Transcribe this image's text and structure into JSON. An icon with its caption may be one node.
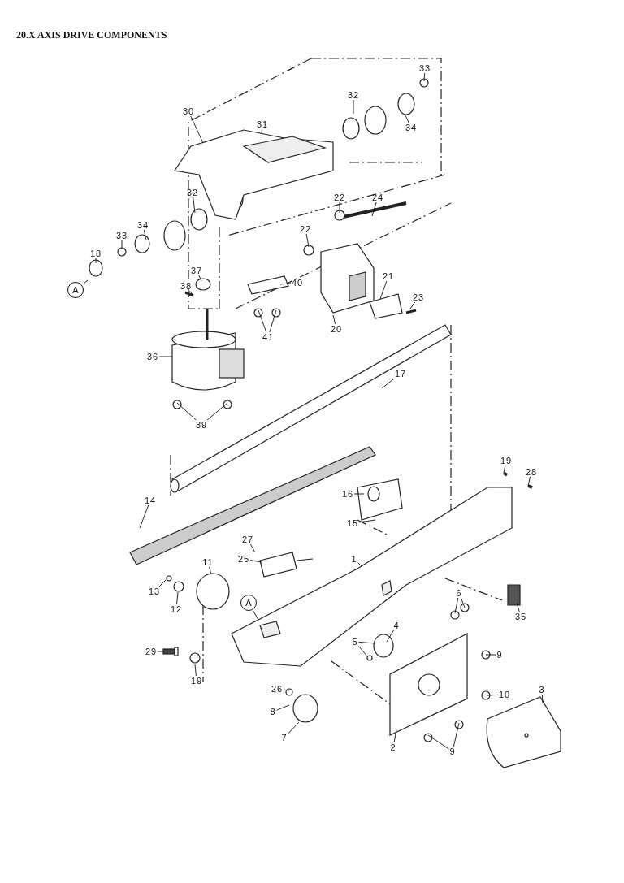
{
  "diagram": {
    "title": "20.X AXIS DRIVE COMPONENTS",
    "nodes": [
      {
        "text": [
          "33"
        ]
      },
      {
        "text": [
          "30"
        ]
      },
      {
        "text": [
          "32"
        ]
      },
      {
        "text": [
          "31"
        ]
      },
      {
        "text": [
          "34"
        ]
      },
      {
        "text": [
          "32"
        ]
      },
      {
        "text": [
          "22"
        ]
      },
      {
        "text": [
          "24"
        ]
      },
      {
        "text": [
          "34"
        ]
      },
      {
        "text": [
          "33"
        ]
      },
      {
        "text": [
          "22"
        ]
      },
      {
        "text": [
          "18"
        ]
      },
      {
        "text": [
          "37"
        ]
      },
      {
        "text": [
          "40"
        ]
      },
      {
        "text": [
          "21"
        ]
      },
      {
        "text": [
          "A"
        ]
      },
      {
        "text": [
          "38"
        ]
      },
      {
        "text": [
          "23"
        ]
      },
      {
        "text": [
          "20"
        ]
      },
      {
        "text": [
          "41"
        ]
      },
      {
        "text": [
          "36"
        ]
      },
      {
        "text": [
          "17"
        ]
      },
      {
        "text": [
          "39"
        ]
      },
      {
        "text": [
          "19"
        ]
      },
      {
        "text": [
          "28"
        ]
      },
      {
        "text": [
          "16"
        ]
      },
      {
        "text": [
          "14"
        ]
      },
      {
        "text": [
          "15"
        ]
      },
      {
        "text": [
          "27"
        ]
      },
      {
        "text": [
          "1"
        ]
      },
      {
        "text": [
          "25"
        ]
      },
      {
        "text": [
          "11"
        ]
      },
      {
        "text": [
          "13"
        ]
      },
      {
        "text": [
          "6"
        ]
      },
      {
        "text": [
          "A"
        ]
      },
      {
        "text": [
          "12"
        ]
      },
      {
        "text": [
          "35"
        ]
      },
      {
        "text": [
          "4"
        ]
      },
      {
        "text": [
          "5"
        ]
      },
      {
        "text": [
          "29"
        ]
      },
      {
        "text": [
          "9"
        ]
      },
      {
        "text": [
          "19"
        ]
      },
      {
        "text": [
          "26"
        ]
      },
      {
        "text": [
          "3"
        ]
      },
      {
        "text": [
          "10"
        ]
      },
      {
        "text": [
          "8"
        ]
      },
      {
        "text": [
          "7"
        ]
      },
      {
        "text": [
          "2"
        ]
      },
      {
        "text": [
          "9"
        ]
      },
      {
        "text": [],
        "shape": "picture"
      },
      {
        "text": [],
        "shape": "picture"
      }
    ],
    "edges": [
      {
        "from": 0,
        "to": null,
        "arrow": "none"
      },
      {
        "from": 1,
        "to": 49,
        "arrow": "none"
      },
      {
        "from": 2,
        "to": null,
        "arrow": "none"
      },
      {
        "from": 3,
        "to": 49,
        "arrow": "none"
      },
      {
        "from": 4,
        "to": null,
        "arrow": "none"
      },
      {
        "from": 5,
        "to": null,
        "arrow": "none"
      },
      {
        "from": 6,
        "to": null,
        "arrow": "none"
      },
      {
        "from": 7,
        "to": null,
        "arrow": "none"
      },
      {
        "from": 8,
        "to": null,
        "arrow": "none"
      },
      {
        "from": 9,
        "to": null,
        "arrow": "none"
      },
      {
        "from": 10,
        "to": null,
        "arrow": "none"
      },
      {
        "from": 11,
        "to": null,
        "arrow": "none"
      },
      {
        "from": 12,
        "to": null,
        "arrow": "none"
      },
      {
        "from": 13,
        "to": null,
        "arrow": "none"
      },
      {
        "from": 14,
        "to": null,
        "arrow": "none"
      },
      {
        "from": 15,
        "to": null,
        "arrow": "none"
      },
      {
        "from": 16,
        "to": null,
        "arrow": "none"
      },
      {
        "from": 17,
        "to": null,
        "arrow": "none"
      },
      {
        "from": 18,
        "to": null,
        "arrow": "none"
      },
      {
        "from": 19,
        "to": null,
        "arrow": "none"
      },
      {
        "from": 19,
        "to": null,
        "arrow": "none"
      },
      {
        "from": 20,
        "to": null,
        "arrow": "none"
      },
      {
        "from": 21,
        "to": null,
        "arrow": "none"
      },
      {
        "from": 22,
        "to": null,
        "arrow": "none"
      },
      {
        "from": 22,
        "to": null,
        "arrow": "none"
      },
      {
        "from": 23,
        "to": null,
        "arrow": "none"
      },
      {
        "from": 24,
        "to": null,
        "arrow": "none"
      },
      {
        "from": 25,
        "to": null,
        "arrow": "none"
      },
      {
        "from": 26,
        "to": null,
        "arrow": "none"
      },
      {
        "from": 27,
        "to": null,
        "arrow": "none"
      },
      {
        "from": 28,
        "to": null,
        "arrow": "none"
      },
      {
        "from": 29,
        "to": 50,
        "arrow": "none"
      },
      {
        "from": 30,
        "to": null,
        "arrow": "none"
      },
      {
        "from": 31,
        "to": null,
        "arrow": "none"
      },
      {
        "from": 32,
        "to": null,
        "arrow": "none"
      },
      {
        "from": 33,
        "to": null,
        "arrow": "none"
      },
      {
        "from": 33,
        "to": null,
        "arrow": "none"
      },
      {
        "from": 34,
        "to": 50,
        "arrow": "none"
      },
      {
        "from": 35,
        "to": null,
        "arrow": "none"
      },
      {
        "from": 36,
        "to": null,
        "arrow": "none"
      },
      {
        "from": 37,
        "to": null,
        "arrow": "none"
      },
      {
        "from": 38,
        "to": null,
        "arrow": "none"
      },
      {
        "from": 38,
        "to": null,
        "arrow": "none"
      },
      {
        "from": 39,
        "to": null,
        "arrow": "none"
      },
      {
        "from": 40,
        "to": null,
        "arrow": "none"
      },
      {
        "from": 41,
        "to": null,
        "arrow": "none"
      },
      {
        "from": 42,
        "to": null,
        "arrow": "none"
      },
      {
        "from": 43,
        "to": null,
        "arrow": "none"
      },
      {
        "from": 44,
        "to": null,
        "arrow": "none"
      },
      {
        "from": 45,
        "to": null,
        "arrow": "none"
      },
      {
        "from": 46,
        "to": null,
        "arrow": "none"
      },
      {
        "from": 47,
        "to": null,
        "arrow": "none"
      },
      {
        "from": 48,
        "to": null,
        "arrow": "none"
      },
      {
        "from": 48,
        "to": null,
        "arrow": "none"
      }
    ]
  }
}
